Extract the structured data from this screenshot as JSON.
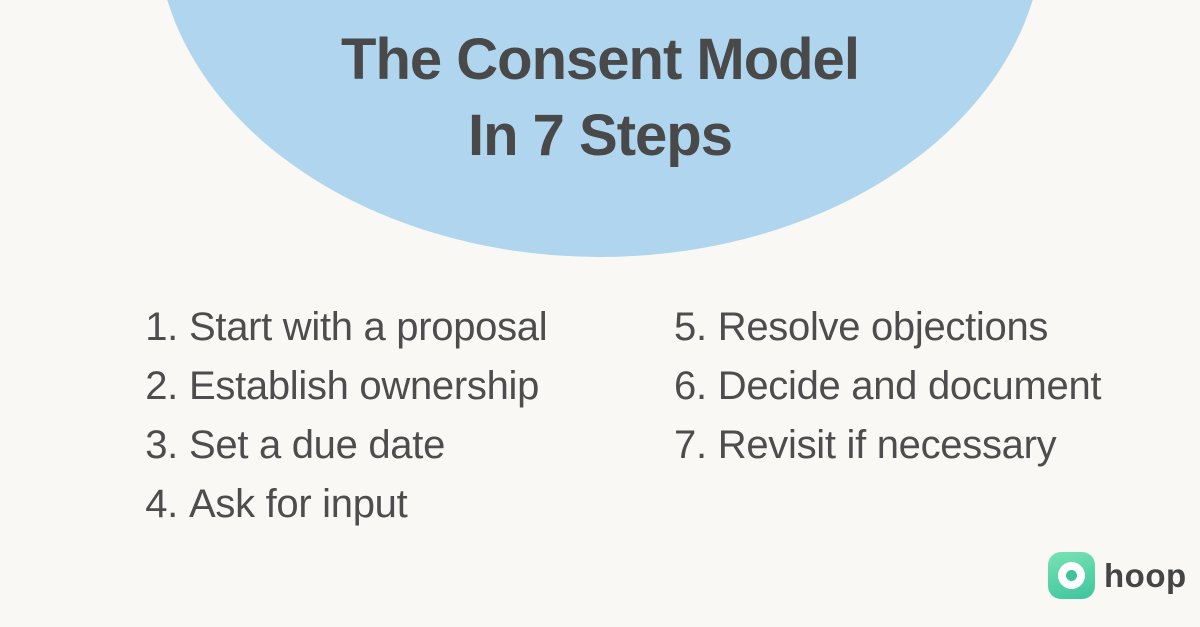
{
  "header": {
    "title_line1": "The Consent Model",
    "title_line2": "In 7 Steps"
  },
  "steps": {
    "left": [
      {
        "number": "1.",
        "label": "Start with a proposal"
      },
      {
        "number": "2.",
        "label": "Establish ownership"
      },
      {
        "number": "3.",
        "label": "Set a due date"
      },
      {
        "number": "4.",
        "label": "Ask for input"
      }
    ],
    "right": [
      {
        "number": "5.",
        "label": "Resolve objections"
      },
      {
        "number": "6.",
        "label": "Decide and document"
      },
      {
        "number": "7.",
        "label": "Revisit if necessary"
      }
    ]
  },
  "logo": {
    "text": "hoop",
    "icon": "hoop-ring-icon"
  },
  "colors": {
    "background": "#FAF8F4",
    "ellipse_blue": "#B0D6EF",
    "title_gray": "#494949",
    "text_gray": "#4D4D4D",
    "logo_green_top": "#79E3B3",
    "logo_green_bottom": "#3EC49D",
    "logo_text_color": "#454545"
  }
}
